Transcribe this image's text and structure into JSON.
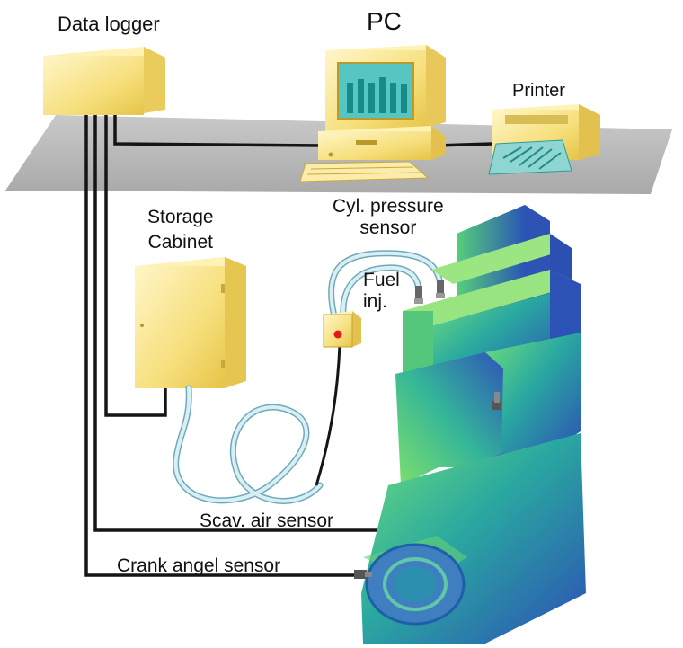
{
  "labels": {
    "data_logger": "Data logger",
    "pc": "PC",
    "printer": "Printer",
    "storage_line1": "Storage",
    "storage_line2": "Cabinet",
    "cyl_line1": "Cyl. pressure",
    "cyl_line2": "sensor",
    "fuel_line1": "Fuel",
    "fuel_line2": "inj.",
    "scav": "Scav. air sensor",
    "crank": "Crank angel sensor"
  },
  "colors": {
    "box_yellow": "#f7e58a",
    "box_yellow_dark": "#d9b93a",
    "shelf_gray": "#b8b8b8",
    "cable": "#1a1a1a",
    "hose": "#bfe3ee",
    "engine_green": "#63d36a",
    "engine_blue": "#2f58b8",
    "screen_teal": "#57c7c2",
    "sensor_red": "#e11b1b"
  }
}
